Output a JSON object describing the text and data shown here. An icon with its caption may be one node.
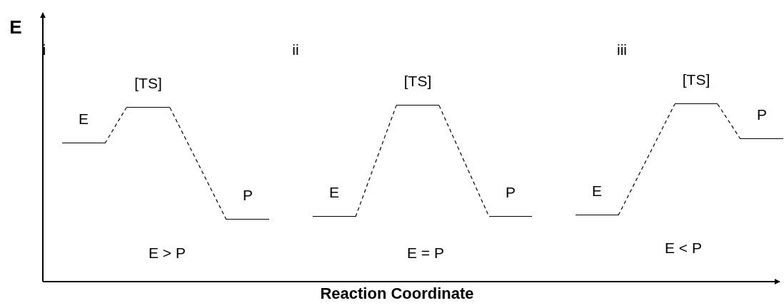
{
  "diagram": {
    "nodes": [
      {
        "text": [
          "E"
        ]
      },
      {
        "text": [
          "[TS]"
        ]
      },
      {
        "text": [
          "P"
        ]
      },
      {
        "text": [
          "E"
        ]
      },
      {
        "text": [
          "[TS]"
        ]
      },
      {
        "text": [
          "P"
        ]
      },
      {
        "text": [
          "E"
        ]
      },
      {
        "text": [
          "[TS]"
        ]
      },
      {
        "text": [
          "P"
        ]
      }
    ],
    "edges": [
      {
        "from": 0,
        "to": 1,
        "arrow": "none",
        "style": "dashed"
      },
      {
        "from": 1,
        "to": 2,
        "arrow": "none",
        "style": "dashed"
      },
      {
        "from": 3,
        "to": 4,
        "arrow": "none",
        "style": "dashed"
      },
      {
        "from": 4,
        "to": 5,
        "arrow": "none",
        "style": "dashed"
      },
      {
        "from": 6,
        "to": 7,
        "arrow": "none",
        "style": "dashed"
      },
      {
        "from": 7,
        "to": 8,
        "arrow": "none",
        "style": "dashed"
      }
    ],
    "labels": [
      "E",
      "i",
      "ii",
      "iii",
      "E > P",
      "E = P",
      "E < P",
      "Reaction Coordinate"
    ]
  }
}
